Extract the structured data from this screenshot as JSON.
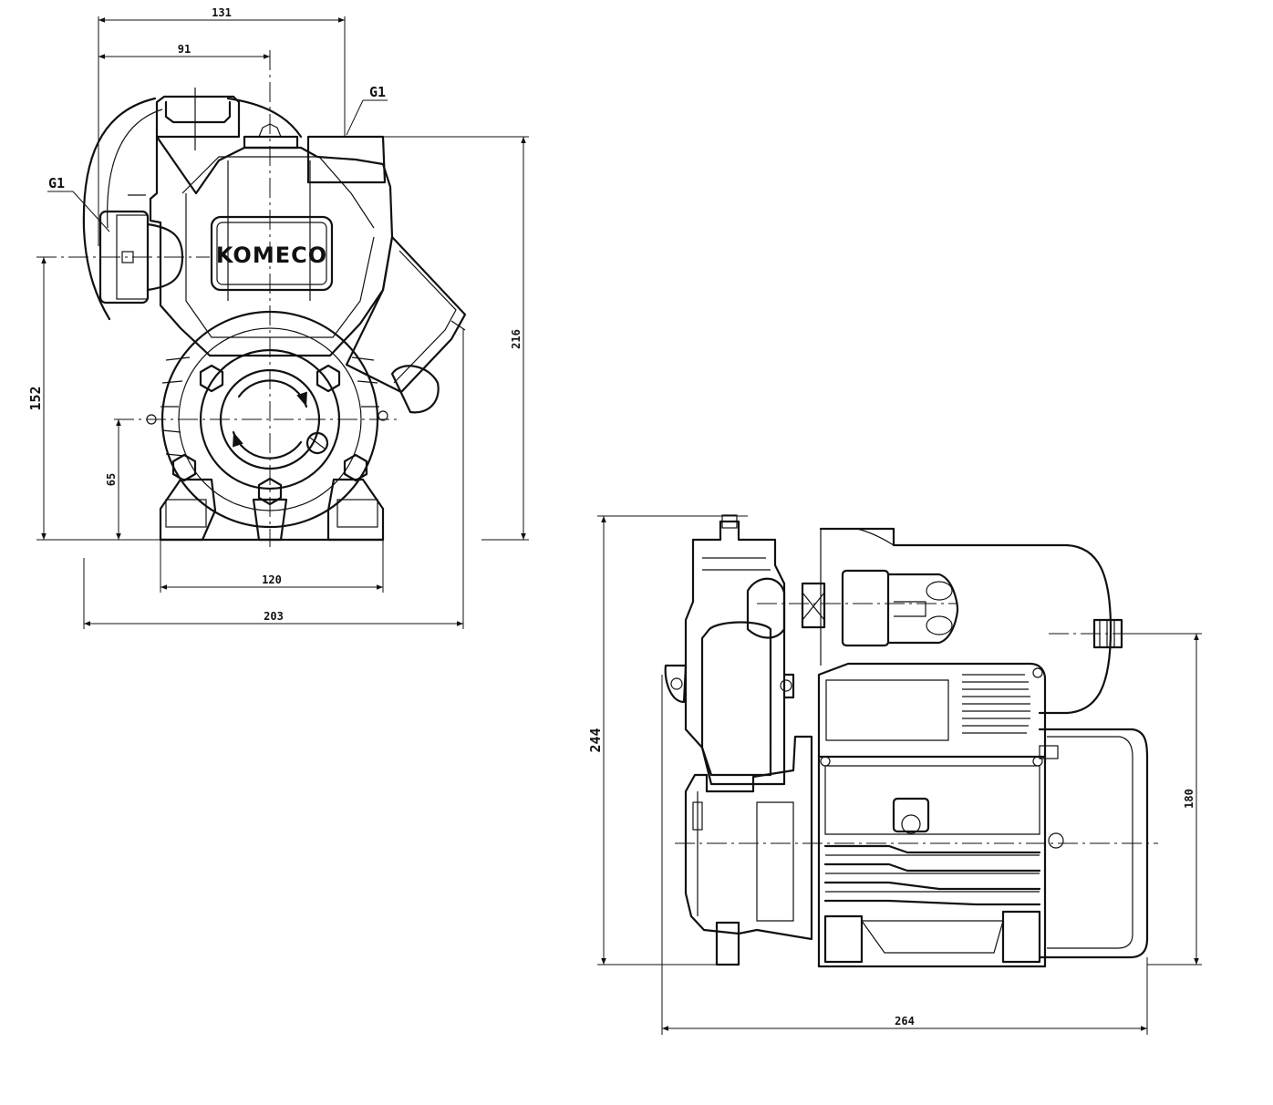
{
  "front_view": {
    "brand_logo": "KOMECO",
    "dims": {
      "top_width": "131",
      "inlet_offset": "91",
      "thread_top": "G1",
      "thread_side": "G1",
      "total_height": "216",
      "inlet_height": "152",
      "shaft_height": "65",
      "base_width": "120",
      "overall_width": "203"
    }
  },
  "side_view": {
    "dims": {
      "total_height": "244",
      "motor_height": "180",
      "overall_length": "264"
    }
  }
}
